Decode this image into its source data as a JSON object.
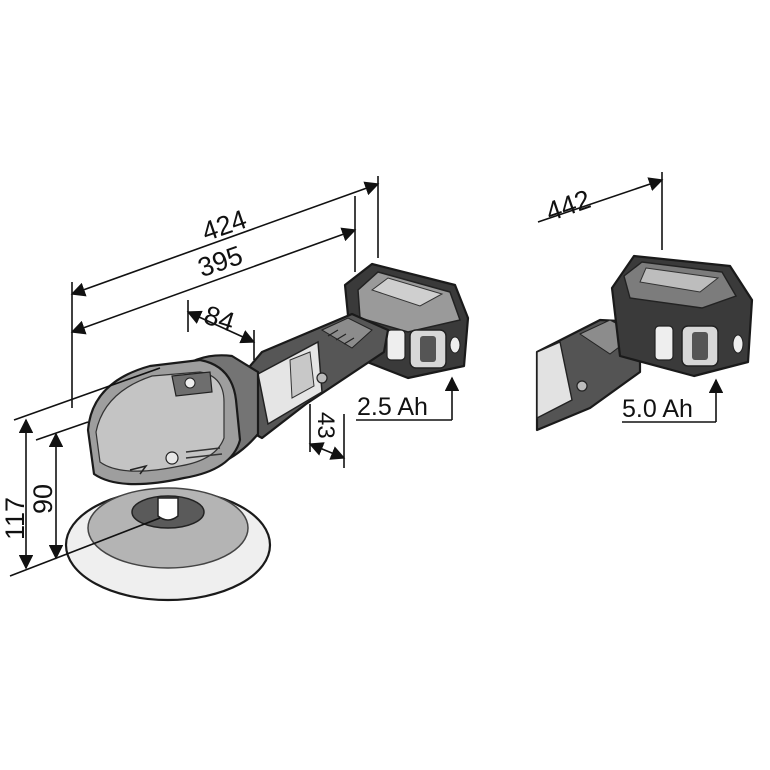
{
  "dimensions": {
    "overall_length": "424",
    "body_length": "395",
    "head_offset": "84",
    "grip_offset": "43",
    "total_height": "117",
    "head_height": "90",
    "length_with_large_battery": "442"
  },
  "batteries": {
    "small": "2.5 Ah",
    "large": "5.0 Ah"
  }
}
